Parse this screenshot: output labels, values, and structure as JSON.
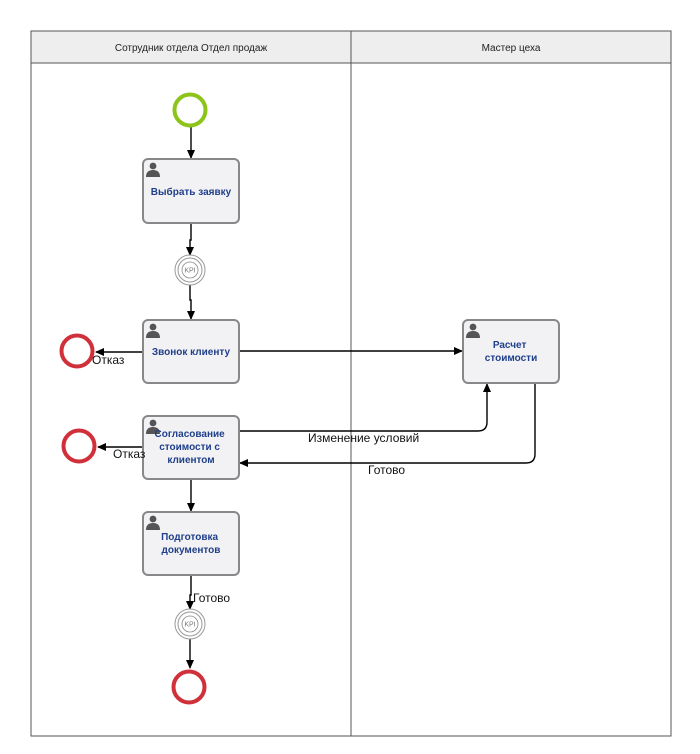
{
  "lanes": {
    "left_title": "Сотрудник отдела Отдел продаж",
    "right_title": "Мастер цеха"
  },
  "tasks": {
    "choose_request": [
      "Выбрать заявку"
    ],
    "call_client": [
      "Звонок клиенту"
    ],
    "agree_cost": [
      "Согласование",
      "стоимости с",
      "клиентом"
    ],
    "prepare_docs": [
      "Подготовка",
      "документов"
    ],
    "calc_cost": [
      "Расчет",
      "стоимости"
    ]
  },
  "flow_labels": {
    "refuse_1": "Отказ",
    "refuse_2": "Отказ",
    "change_terms": "Изменение условий",
    "ready_1": "Готово",
    "ready_2": "Готово"
  },
  "kpi": {
    "label": "KPI"
  },
  "colors": {
    "start_event": "#8cc41a",
    "end_event": "#d0303a",
    "task_fill": "#f2f2f4",
    "task_stroke": "#888888",
    "task_text": "#1f3f8a"
  }
}
